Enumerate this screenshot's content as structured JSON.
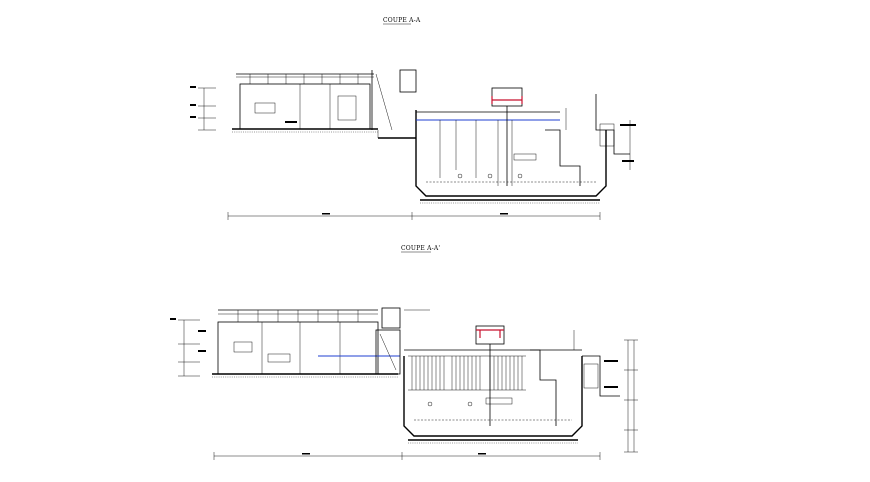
{
  "sections": [
    {
      "id": "top",
      "title": "COUPE A-A"
    },
    {
      "id": "bottom",
      "title": "COUPE A-A'"
    }
  ],
  "colors": {
    "linework": "#000000",
    "pipe": "#1f3fd1",
    "highlight": "#c8102e",
    "background": "#ffffff"
  }
}
